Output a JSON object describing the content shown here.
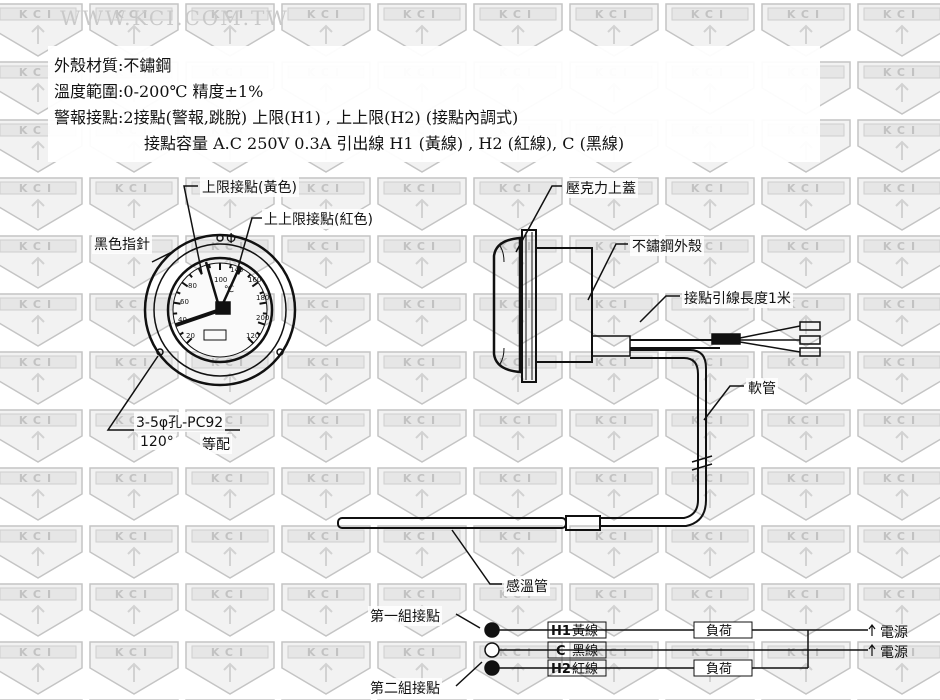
{
  "watermark": {
    "url": "WWW.KCI.COM.TW",
    "brand": "KCI"
  },
  "specs": {
    "housing_material": "外殼材質:不鏽鋼",
    "temp_range": "溫度範圍:0-200℃  精度±1%",
    "alarm_contacts": "警報接點:2接點(警報,跳脫) 上限(H1) , 上上限(H2)  (接點內調式)",
    "contact_capacity": "接點容量  A.C 250V 0.3A  引出線 H1 (黃線) , H2 (紅線), C (黑線)"
  },
  "front_view": {
    "upper_limit_contact": "上限接點(黃色)",
    "upper_upper_limit_contact": "上上限接點(紅色)",
    "black_pointer": "黑色指針",
    "mounting_holes": "3-5φ孔-PC92",
    "angle": "120°",
    "equal_spacing": "等配",
    "phi_symbol": "Φ"
  },
  "side_view": {
    "acrylic_cover": "壓克力上蓋",
    "stainless_housing": "不鏽鋼外殼",
    "lead_length": "接點引線長度1米",
    "flexible_tube": "軟管",
    "sensing_tube": "感溫管"
  },
  "wiring": {
    "group1": "第一組接點",
    "group2": "第二組接點",
    "h1_tag": "H1",
    "h1_color": "黃線",
    "c_tag": "C",
    "c_color": "黑線",
    "h2_tag": "H2",
    "h2_color": "紅線",
    "load1": "負荷",
    "load2": "負荷",
    "power1": "電源",
    "power2": "電源"
  }
}
